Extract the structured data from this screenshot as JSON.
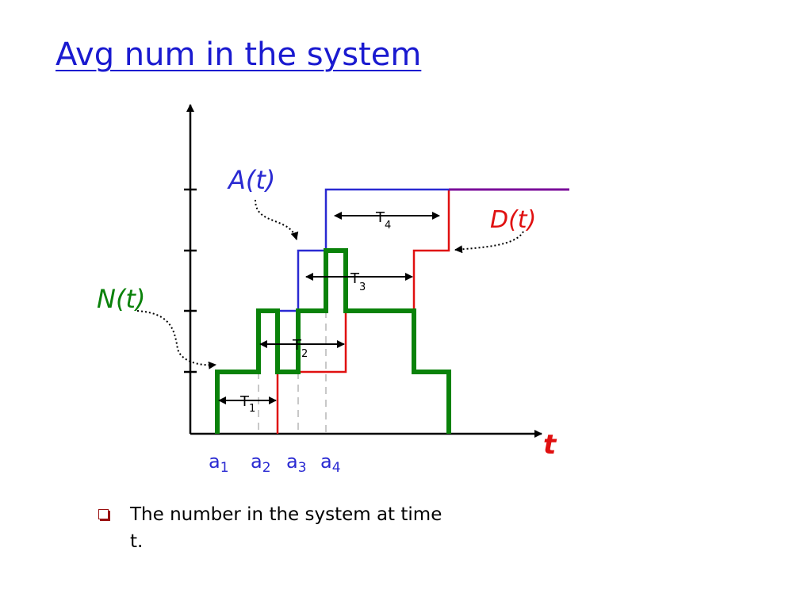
{
  "slide": {
    "title": "Avg num in the system"
  },
  "diagram": {
    "arrival_label": "A(t)",
    "departure_label": "D(t)",
    "number_label": "N(t)",
    "time_axis_label": "t",
    "arrival_ticks": [
      {
        "base": "a",
        "sub": "1"
      },
      {
        "base": "a",
        "sub": "2"
      },
      {
        "base": "a",
        "sub": "3"
      },
      {
        "base": "a",
        "sub": "4"
      }
    ],
    "sojourn_intervals": [
      {
        "base": "T",
        "sub": "1"
      },
      {
        "base": "T",
        "sub": "2"
      },
      {
        "base": "T",
        "sub": "3"
      },
      {
        "base": "T",
        "sub": "4"
      }
    ],
    "colors": {
      "arrival": "#2a2ad2",
      "departure": "#e01010",
      "number": "#0a820a",
      "title": "#1a1ad0",
      "overlap": "#7a0a9a"
    }
  },
  "bullets": [
    {
      "text": "The number in the system at time t."
    }
  ]
}
